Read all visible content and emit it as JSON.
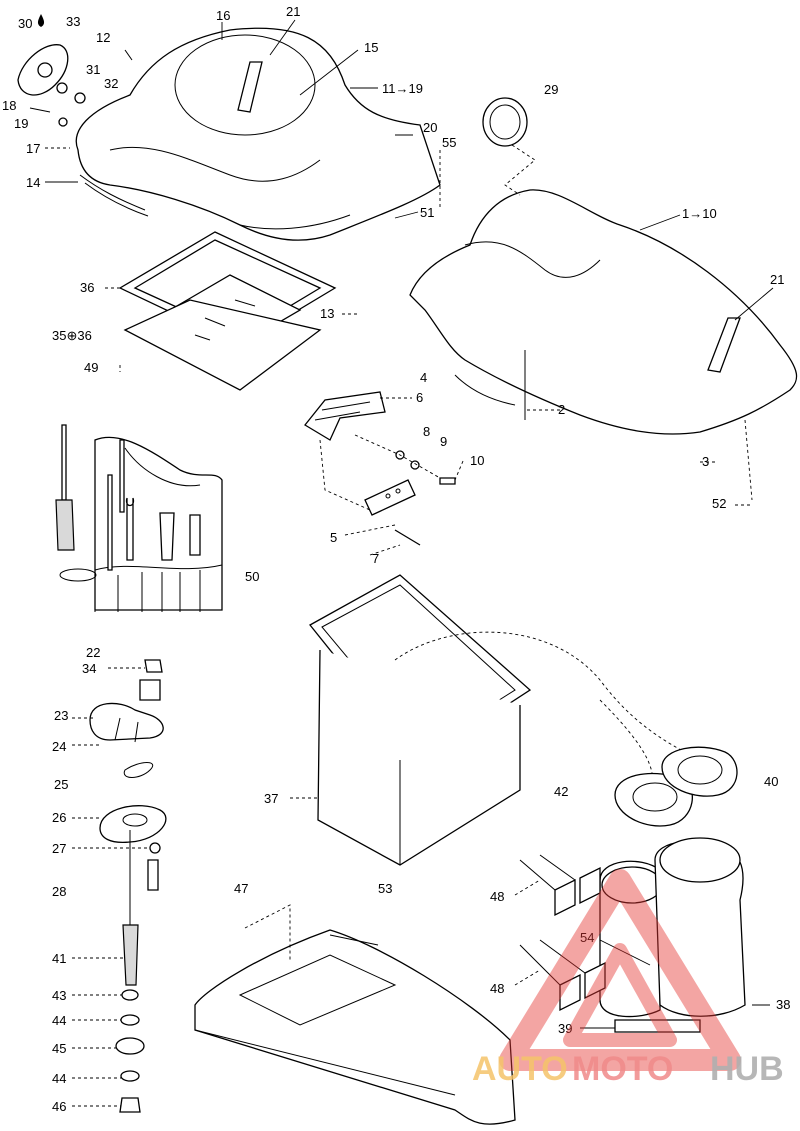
{
  "callouts": {
    "c30": "30",
    "c33": "33",
    "c16": "16",
    "c21a": "21",
    "c12": "12",
    "c15": "15",
    "c31": "31",
    "c11_19": "11→19",
    "c18": "18",
    "c32": "32",
    "c19": "19",
    "c29": "29",
    "c20": "20",
    "c17": "17",
    "c55": "55",
    "c14": "14",
    "c51": "51",
    "c1_10": "1→10",
    "c36": "36",
    "c21b": "21",
    "c13": "13",
    "c35_36": "35⊕36",
    "c49": "49",
    "c4": "4",
    "c6": "6",
    "c2": "2",
    "c8": "8",
    "c9": "9",
    "c3": "3",
    "c10": "10",
    "c52": "52",
    "c5": "5",
    "c7": "7",
    "c50": "50",
    "c22": "22",
    "c34": "34",
    "c23": "23",
    "c24": "24",
    "c25": "25",
    "c37": "37",
    "c42": "42",
    "c40": "40",
    "c26": "26",
    "c27": "27",
    "c28": "28",
    "c47": "47",
    "c53": "53",
    "c48a": "48",
    "c54": "54",
    "c41": "41",
    "c48b": "48",
    "c43": "43",
    "c38": "38",
    "c44a": "44",
    "c39": "39",
    "c45": "45",
    "c44b": "44",
    "c46": "46"
  },
  "watermark": {
    "part1": "AUTO",
    "part2": "MOTO",
    "part3": "HUB",
    "colors": {
      "auto": "#f5c46a",
      "moto": "#f08a8a",
      "hub": "#b0b0b0",
      "triangle": "#e53935"
    }
  }
}
